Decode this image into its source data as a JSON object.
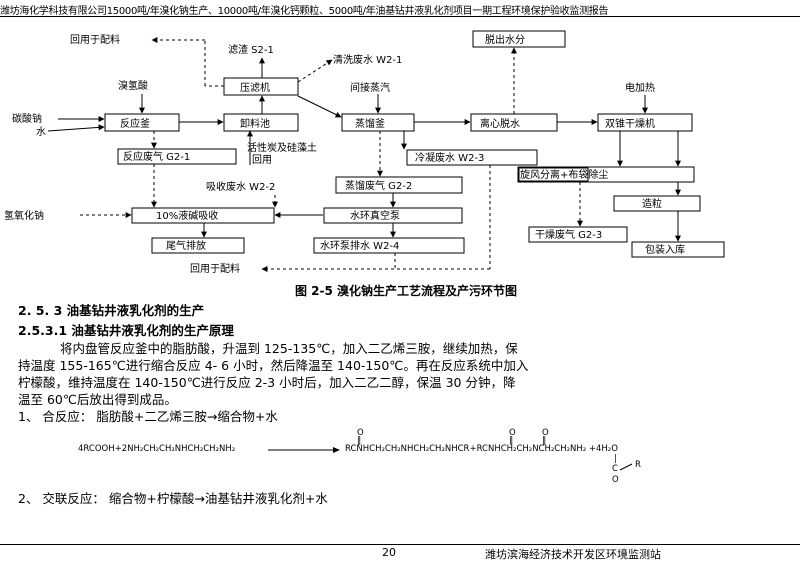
{
  "header": {
    "title": "潍坊海化学科技有限公司15000吨/年溴化钠生产、10000吨/年溴化钙颗粒、5000吨/年油基钻井液乳化剂项目一期工程环境保护验收监测报告"
  },
  "diagram": {
    "nodes": {
      "recycle_top": "回用于配料",
      "filter_residue": "滤渣 S2-1",
      "wash_water": "清洗废水 W2-1",
      "dewater_out": "脱出水分",
      "hydrobromic": "溴氢酸",
      "filter_press": "压滤机",
      "indirect_steam": "间接蒸汽",
      "electric_heat": "电加热",
      "soda_ash": "碳酸钠",
      "water": "水",
      "reactor": "反应釜",
      "unload_pool": "卸料池",
      "evaporator": "蒸馏釜",
      "centrifuge": "离心脱水",
      "cone_dryer": "双锥干燥机",
      "reactor_gas": "反应废气 G2-1",
      "carbon_diatomite": "活性炭及硅藻土",
      "reuse": "回用",
      "condensate": "冷凝废水 W2-3",
      "cyclone": "旋风分离",
      "bag_dust": "+布袋除尘",
      "absorb_wastewater": "吸收废水 W2-2",
      "evap_gas": "蒸馏废气 G2-2",
      "granulate": "造粒",
      "naoh": "氢氧化钠",
      "alkali_absorb": "10%液碱吸收",
      "vacuum_pump": "水环真空泵",
      "dry_gas": "干燥废气 G2-3",
      "tail_gas": "尾气排放",
      "pump_drain": "水环泵排水 W2-4",
      "packing": "包装入库",
      "recycle_bottom": "回用于配料"
    },
    "caption": "图 2-5   溴化钠生产工艺流程及产污环节图",
    "highlight_color": "#33cc33"
  },
  "text": {
    "section": "2. 5. 3   油基钻井液乳化剂的生产",
    "subsection": "2.5.3.1   油基钻井液乳化剂的生产原理",
    "para1": "将内盘管反应釜中的脂肪酸，升温到 125-135℃，加入二乙烯三胺，继续加热，保",
    "para2": "持温度 155-165℃进行缩合反应 4- 6 小时，然后降温至 140-150℃。再在反应系统中加入",
    "para3": "柠檬酸，维持温度在 140-150℃进行反应 2-3 小时后，加入二乙二醇，保温 30 分钟，降",
    "para4": "温至 60℃后放出得到成品。",
    "step1": "1、  合反应：  脂肪酸+二乙烯三胺→缩合物+水",
    "step2": "2、  交联反应：  缩合物+柠檬酸→油基钻井液乳化剂+水"
  },
  "equation": {
    "reactants": "4RCOOH+2NH₂CH₂CH₂NHCH₂CH₂NH₂",
    "o1": "O",
    "o2": "O",
    "o3": "O",
    "o4": "O",
    "bond1": "‖",
    "bond2": "‖",
    "bond3": "‖",
    "bond4": "|",
    "product": "RCNHCH₂CH₂NHCH₂CH₂NHCR+RCNHCH₂CH₂NCH₂CH₂NH₂  +4H₂O",
    "sub_c": "C",
    "sub_r": "R",
    "sub_o": "O"
  },
  "footer": {
    "page": "20",
    "org": "潍坊滨海经济技术开发区环境监测站"
  }
}
